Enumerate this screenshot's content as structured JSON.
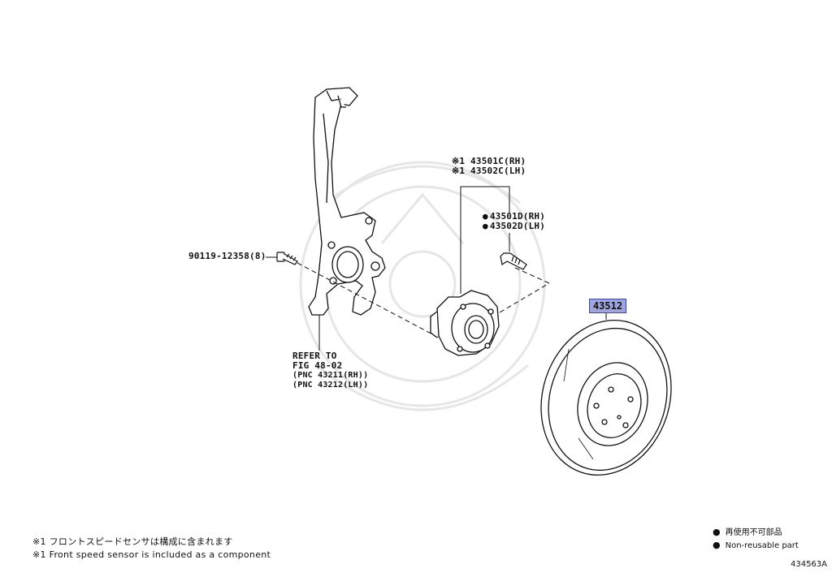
{
  "parts": {
    "bolt": "90119-12358(8)",
    "hub_line1": "※1 43501C(RH)",
    "hub_line2": "※1 43502C(LH)",
    "stud_line1": "43501D(RH)",
    "stud_line2": "43502D(LH)",
    "rotor": "43512"
  },
  "refer": {
    "line1": "REFER TO",
    "line2": "FIG 48-02",
    "line3": "(PNC 43211(RH))",
    "line4": "(PNC 43212(LH))"
  },
  "footnotes": {
    "jp": "※1 フロントスピードセンサは構成に含まれます",
    "en": "※1 Front speed sensor is included  as a component"
  },
  "legend": {
    "jp": "再使用不可部品",
    "en": "Non-reusable part"
  },
  "illustration_number": "434563A"
}
